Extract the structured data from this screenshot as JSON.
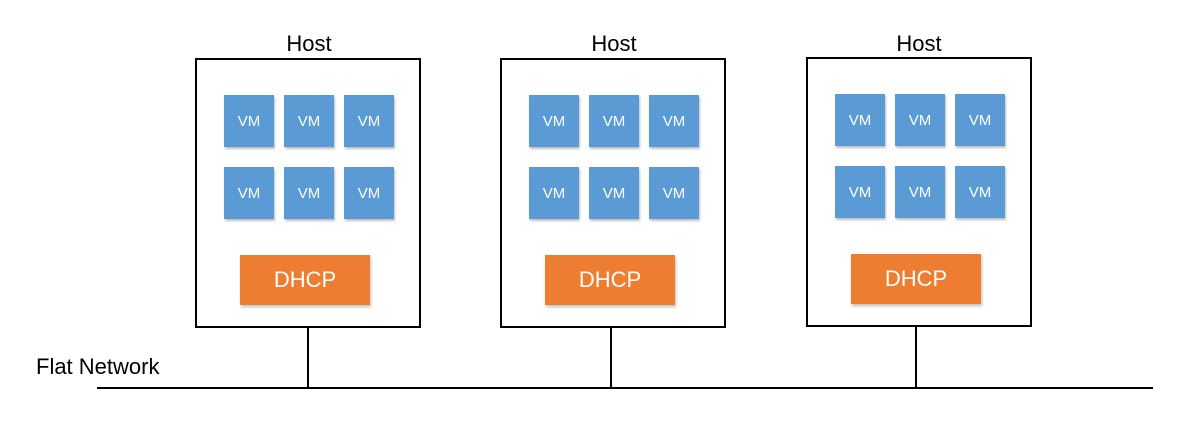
{
  "hosts": [
    {
      "title": "Host",
      "vms": [
        "VM",
        "VM",
        "VM",
        "VM",
        "VM",
        "VM"
      ],
      "service": "DHCP"
    },
    {
      "title": "Host",
      "vms": [
        "VM",
        "VM",
        "VM",
        "VM",
        "VM",
        "VM"
      ],
      "service": "DHCP"
    },
    {
      "title": "Host",
      "vms": [
        "VM",
        "VM",
        "VM",
        "VM",
        "VM",
        "VM"
      ],
      "service": "DHCP"
    }
  ],
  "network": {
    "label": "Flat Network"
  },
  "colors": {
    "vm": "#5b9bd5",
    "dhcp": "#ed7d31",
    "line": "#000000"
  }
}
